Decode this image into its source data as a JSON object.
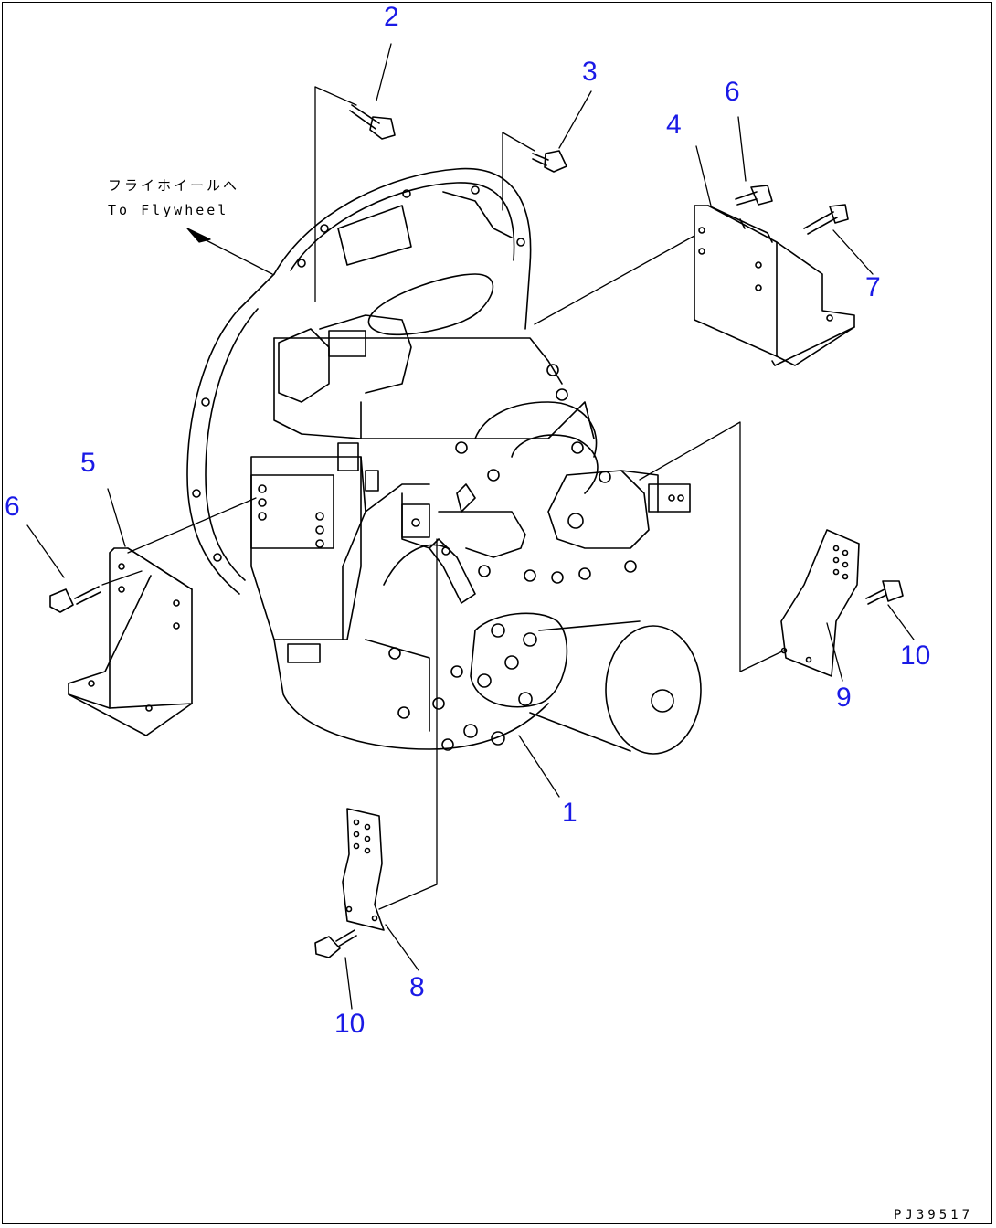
{
  "callouts": {
    "c1": "1",
    "c2": "2",
    "c3": "3",
    "c4": "4",
    "c5": "5",
    "c6a": "6",
    "c6b": "6",
    "c7": "7",
    "c8": "8",
    "c9": "9",
    "c10a": "10",
    "c10b": "10"
  },
  "note": {
    "jp": "フライホイールへ",
    "en": "To Flywheel"
  },
  "drawing_code": "PJ39517",
  "colors": {
    "callout": "#1a1ae6",
    "line": "#000000"
  }
}
